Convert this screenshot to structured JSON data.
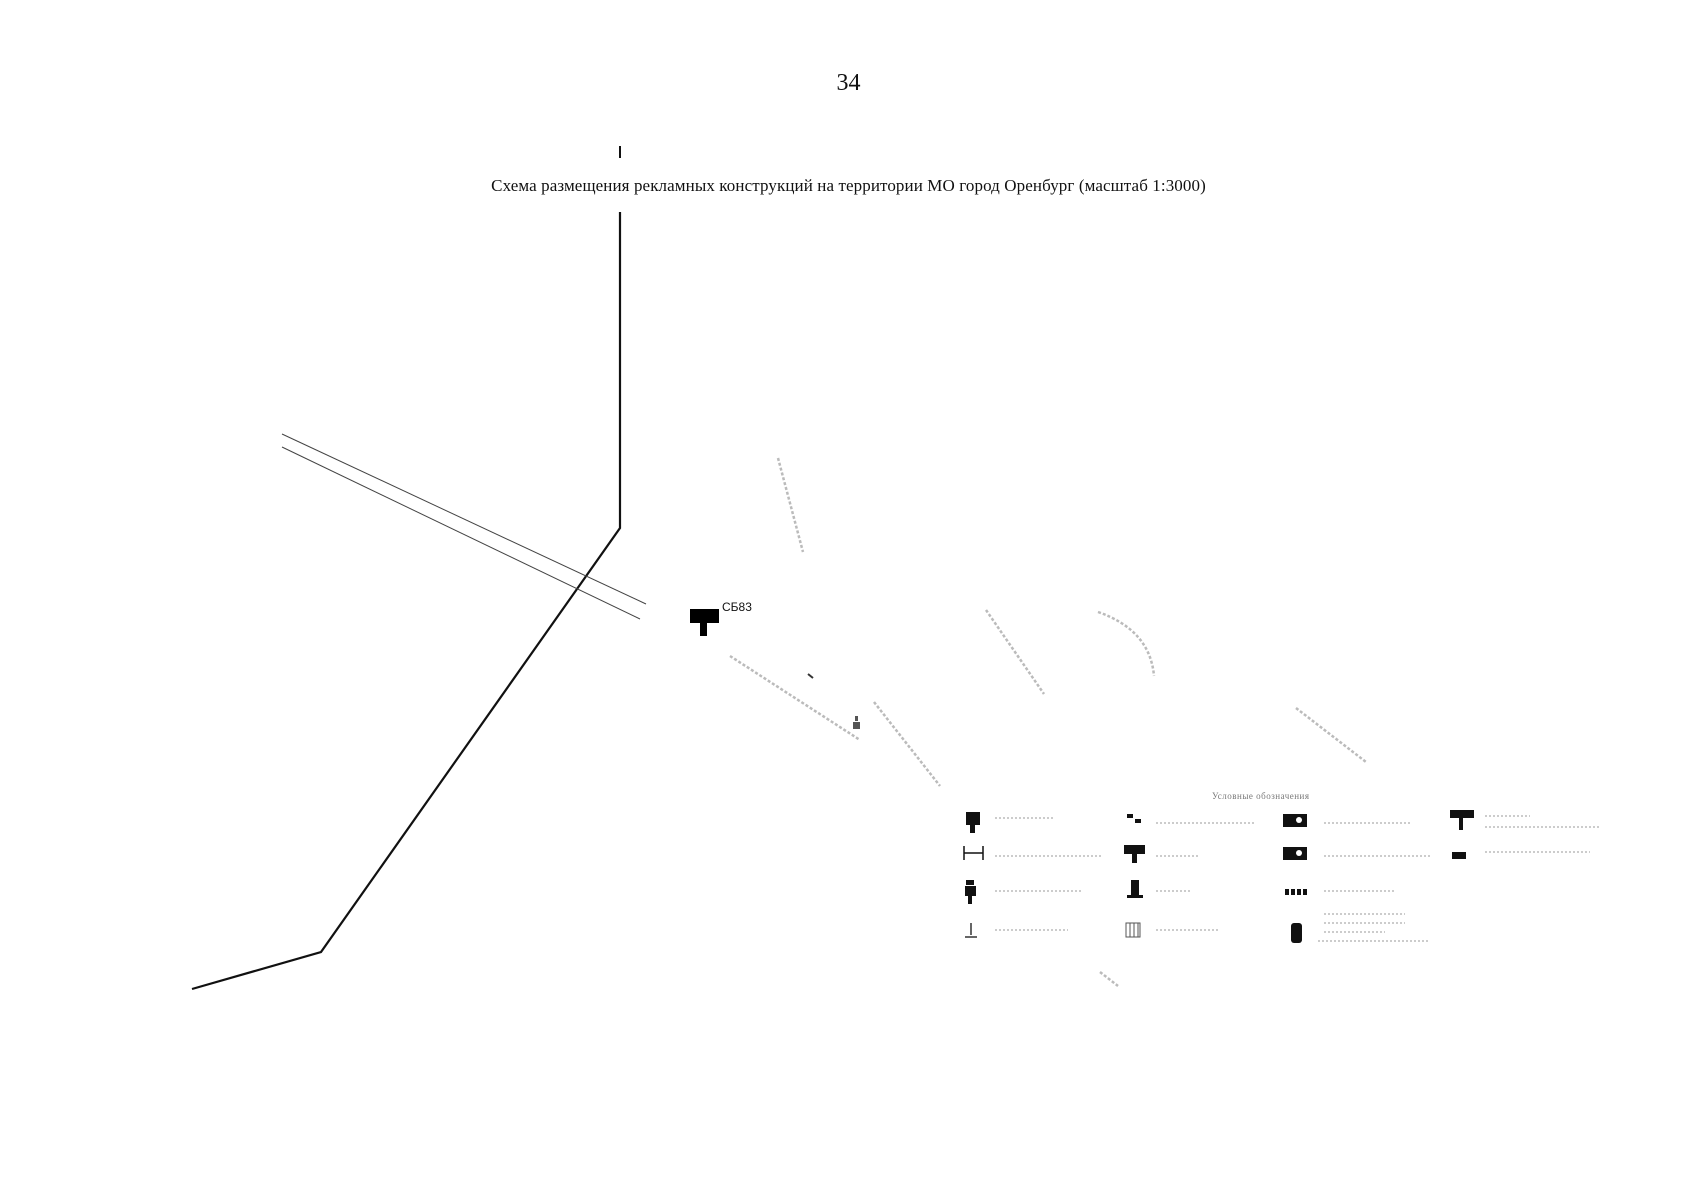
{
  "page": {
    "number": "34",
    "title": "Схема размещения рекламных конструкций на территории МО город Оренбург (масштаб 1:3000)"
  },
  "map": {
    "site_marker": {
      "id": "СБ83",
      "icon": "billboard-icon"
    },
    "legend": {
      "title": "Условные обозначения",
      "item_icons": [
        "billboard-icon",
        "flag-composition-icon",
        "roof-installation-icon",
        "video-screen-icon",
        "info-stand-icon",
        "banner-icon",
        "facade-construction-icon",
        "transparent-panel-icon",
        "panel-bracket-icon",
        "pylon-icon",
        "roof-letters-icon",
        "non-standard-construction-icon",
        "poster-stand-icon",
        "scroller-icon"
      ]
    },
    "colors": {
      "boundary": "#111111",
      "road": "#444444",
      "marker": "#000000",
      "faint_label": "#bbbbbb"
    }
  }
}
